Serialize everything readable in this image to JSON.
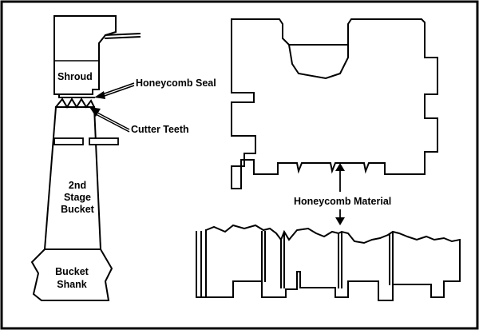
{
  "labels": {
    "shroud": "Shroud",
    "honeycomb_seal": "Honeycomb Seal",
    "cutter_teeth": "Cutter Teeth",
    "bucket": [
      "2nd",
      "Stage",
      "Bucket"
    ],
    "bucket_shank": [
      "Bucket",
      "Shank"
    ],
    "honeycomb_material": "Honeycomb Material"
  },
  "colors": {
    "line": "#000000",
    "background": "#ffffff"
  }
}
